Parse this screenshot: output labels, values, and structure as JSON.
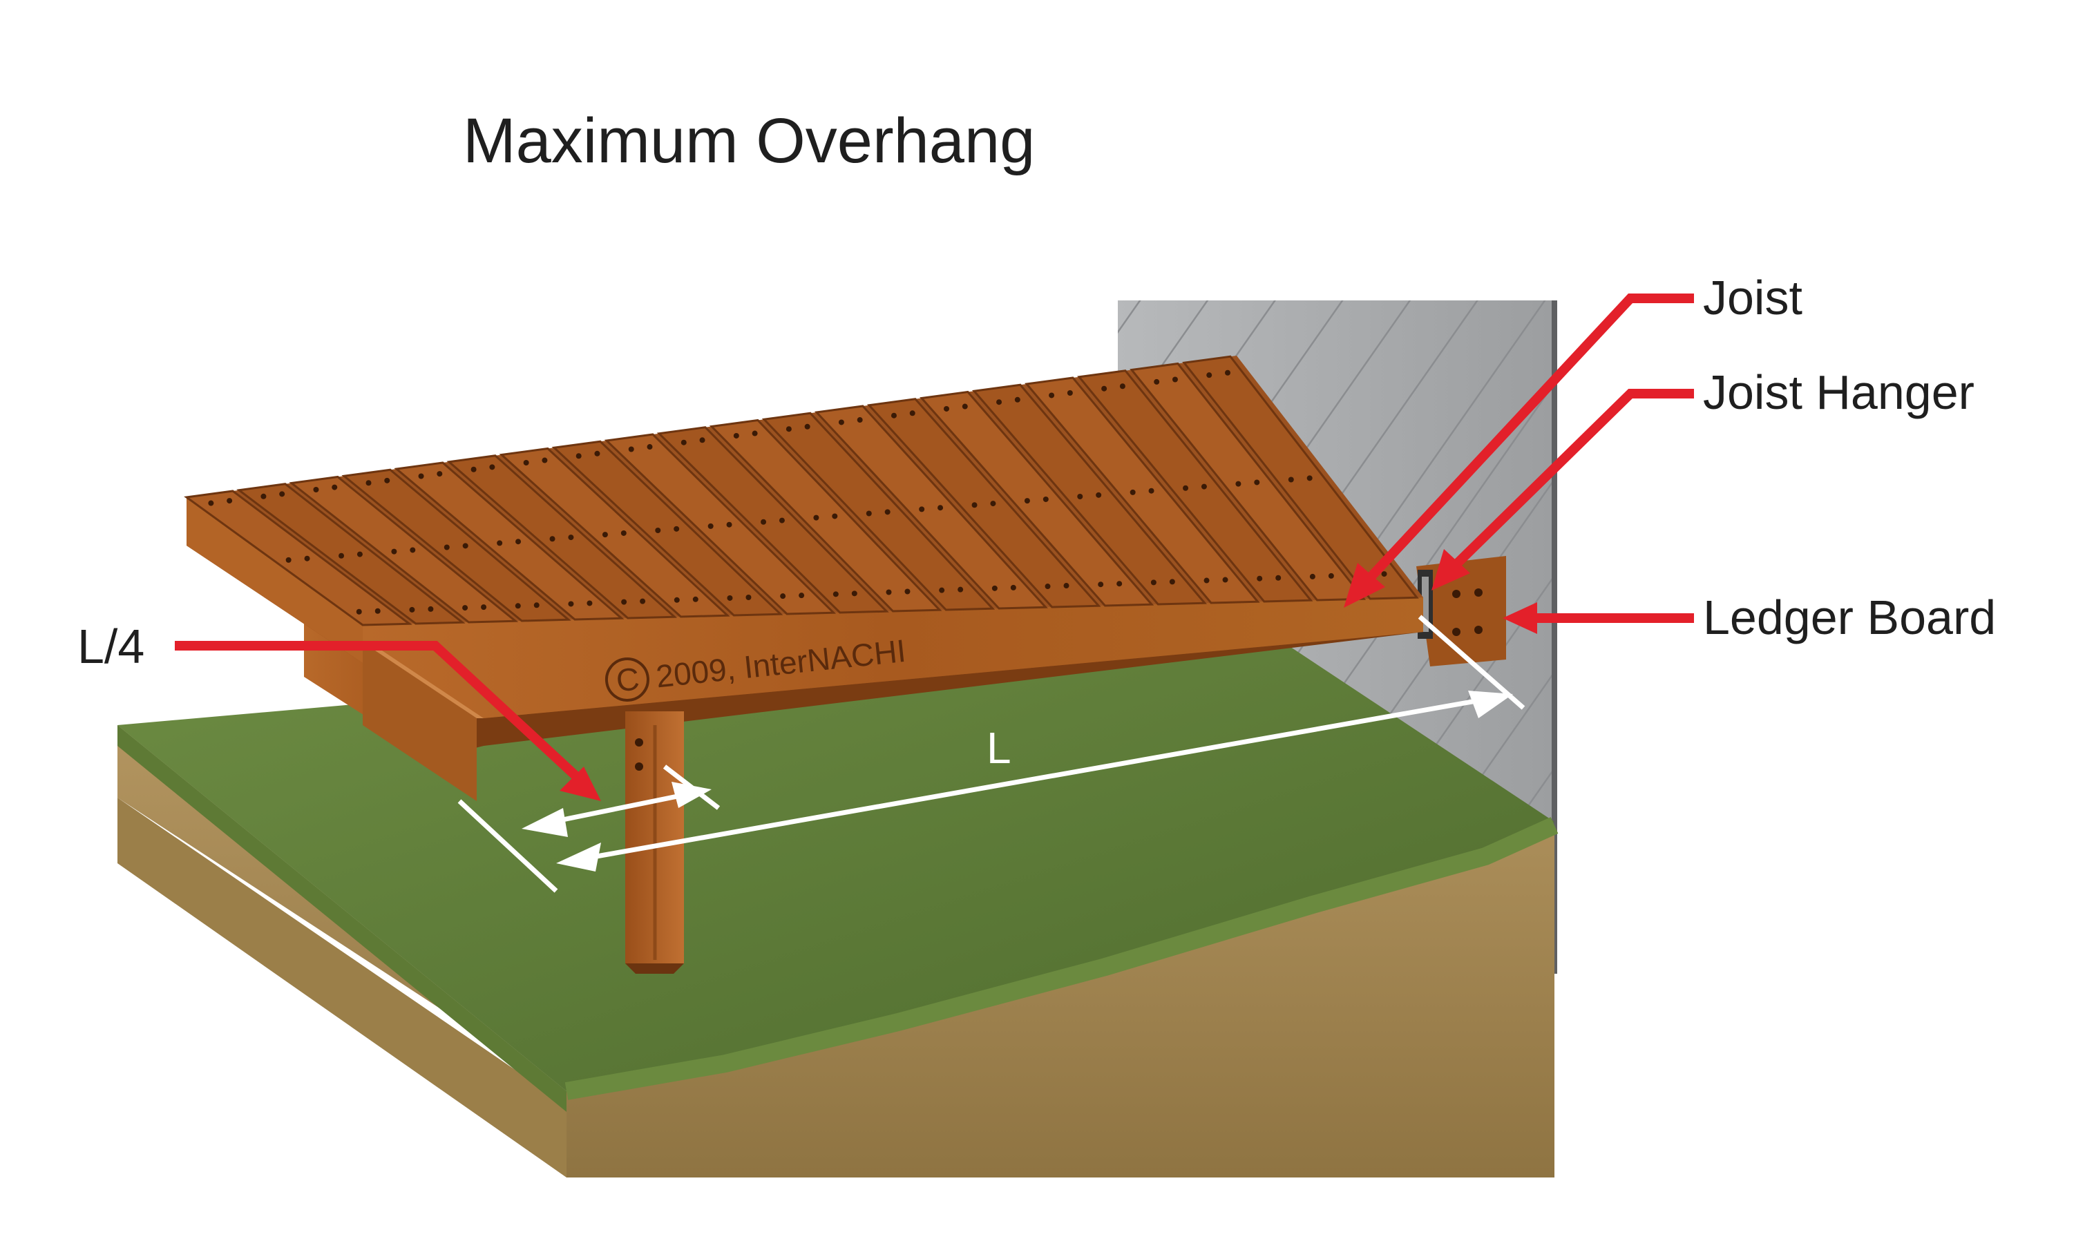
{
  "title": "Maximum Overhang",
  "labels": {
    "joist": "Joist",
    "joist_hanger": "Joist Hanger",
    "ledger_board": "Ledger Board",
    "overhang": "L/4",
    "span": "L"
  },
  "copyright": "2009, InterNACHI",
  "copyright_symbol": "C",
  "colors": {
    "callout": "#e3202a",
    "dimension": "#ffffff",
    "wood": "#a85a20",
    "wood_dark": "#7a3c12",
    "grass": "#5f7d3a",
    "soil": "#a8894f",
    "siding": "#a9abad"
  }
}
